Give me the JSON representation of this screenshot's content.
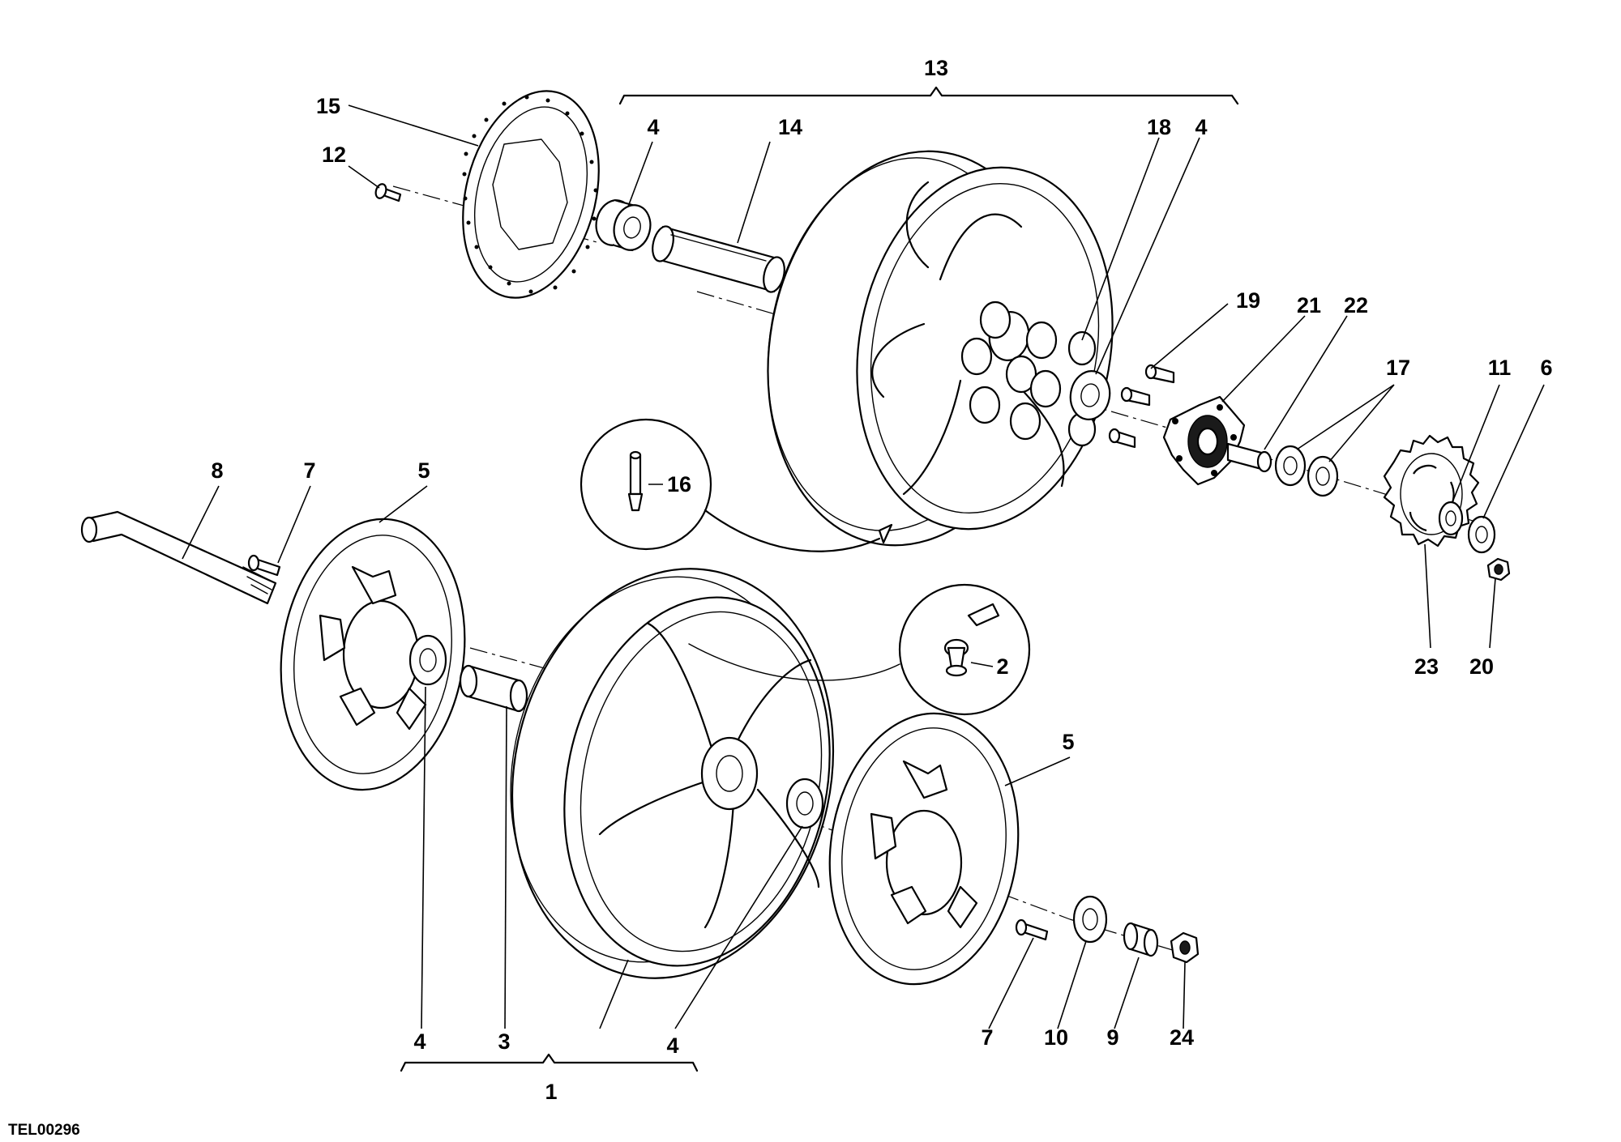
{
  "drawing_code": "TEL00296",
  "callouts": [
    {
      "id": "c13",
      "label": "13"
    },
    {
      "id": "c15",
      "label": "15"
    },
    {
      "id": "c12",
      "label": "12"
    },
    {
      "id": "c4a",
      "label": "4"
    },
    {
      "id": "c14",
      "label": "14"
    },
    {
      "id": "c18",
      "label": "18"
    },
    {
      "id": "c4b",
      "label": "4"
    },
    {
      "id": "c19",
      "label": "19"
    },
    {
      "id": "c21",
      "label": "21"
    },
    {
      "id": "c22",
      "label": "22"
    },
    {
      "id": "c17",
      "label": "17"
    },
    {
      "id": "c11",
      "label": "11"
    },
    {
      "id": "c6",
      "label": "6"
    },
    {
      "id": "c16",
      "label": "16"
    },
    {
      "id": "c8",
      "label": "8"
    },
    {
      "id": "c7a",
      "label": "7"
    },
    {
      "id": "c5a",
      "label": "5"
    },
    {
      "id": "c2",
      "label": "2"
    },
    {
      "id": "c23",
      "label": "23"
    },
    {
      "id": "c20",
      "label": "20"
    },
    {
      "id": "c5b",
      "label": "5"
    },
    {
      "id": "c4c",
      "label": "4"
    },
    {
      "id": "c3",
      "label": "3"
    },
    {
      "id": "c4d",
      "label": "4"
    },
    {
      "id": "c7b",
      "label": "7"
    },
    {
      "id": "c10",
      "label": "10"
    },
    {
      "id": "c9",
      "label": "9"
    },
    {
      "id": "c24",
      "label": "24"
    },
    {
      "id": "c1",
      "label": "1"
    }
  ]
}
